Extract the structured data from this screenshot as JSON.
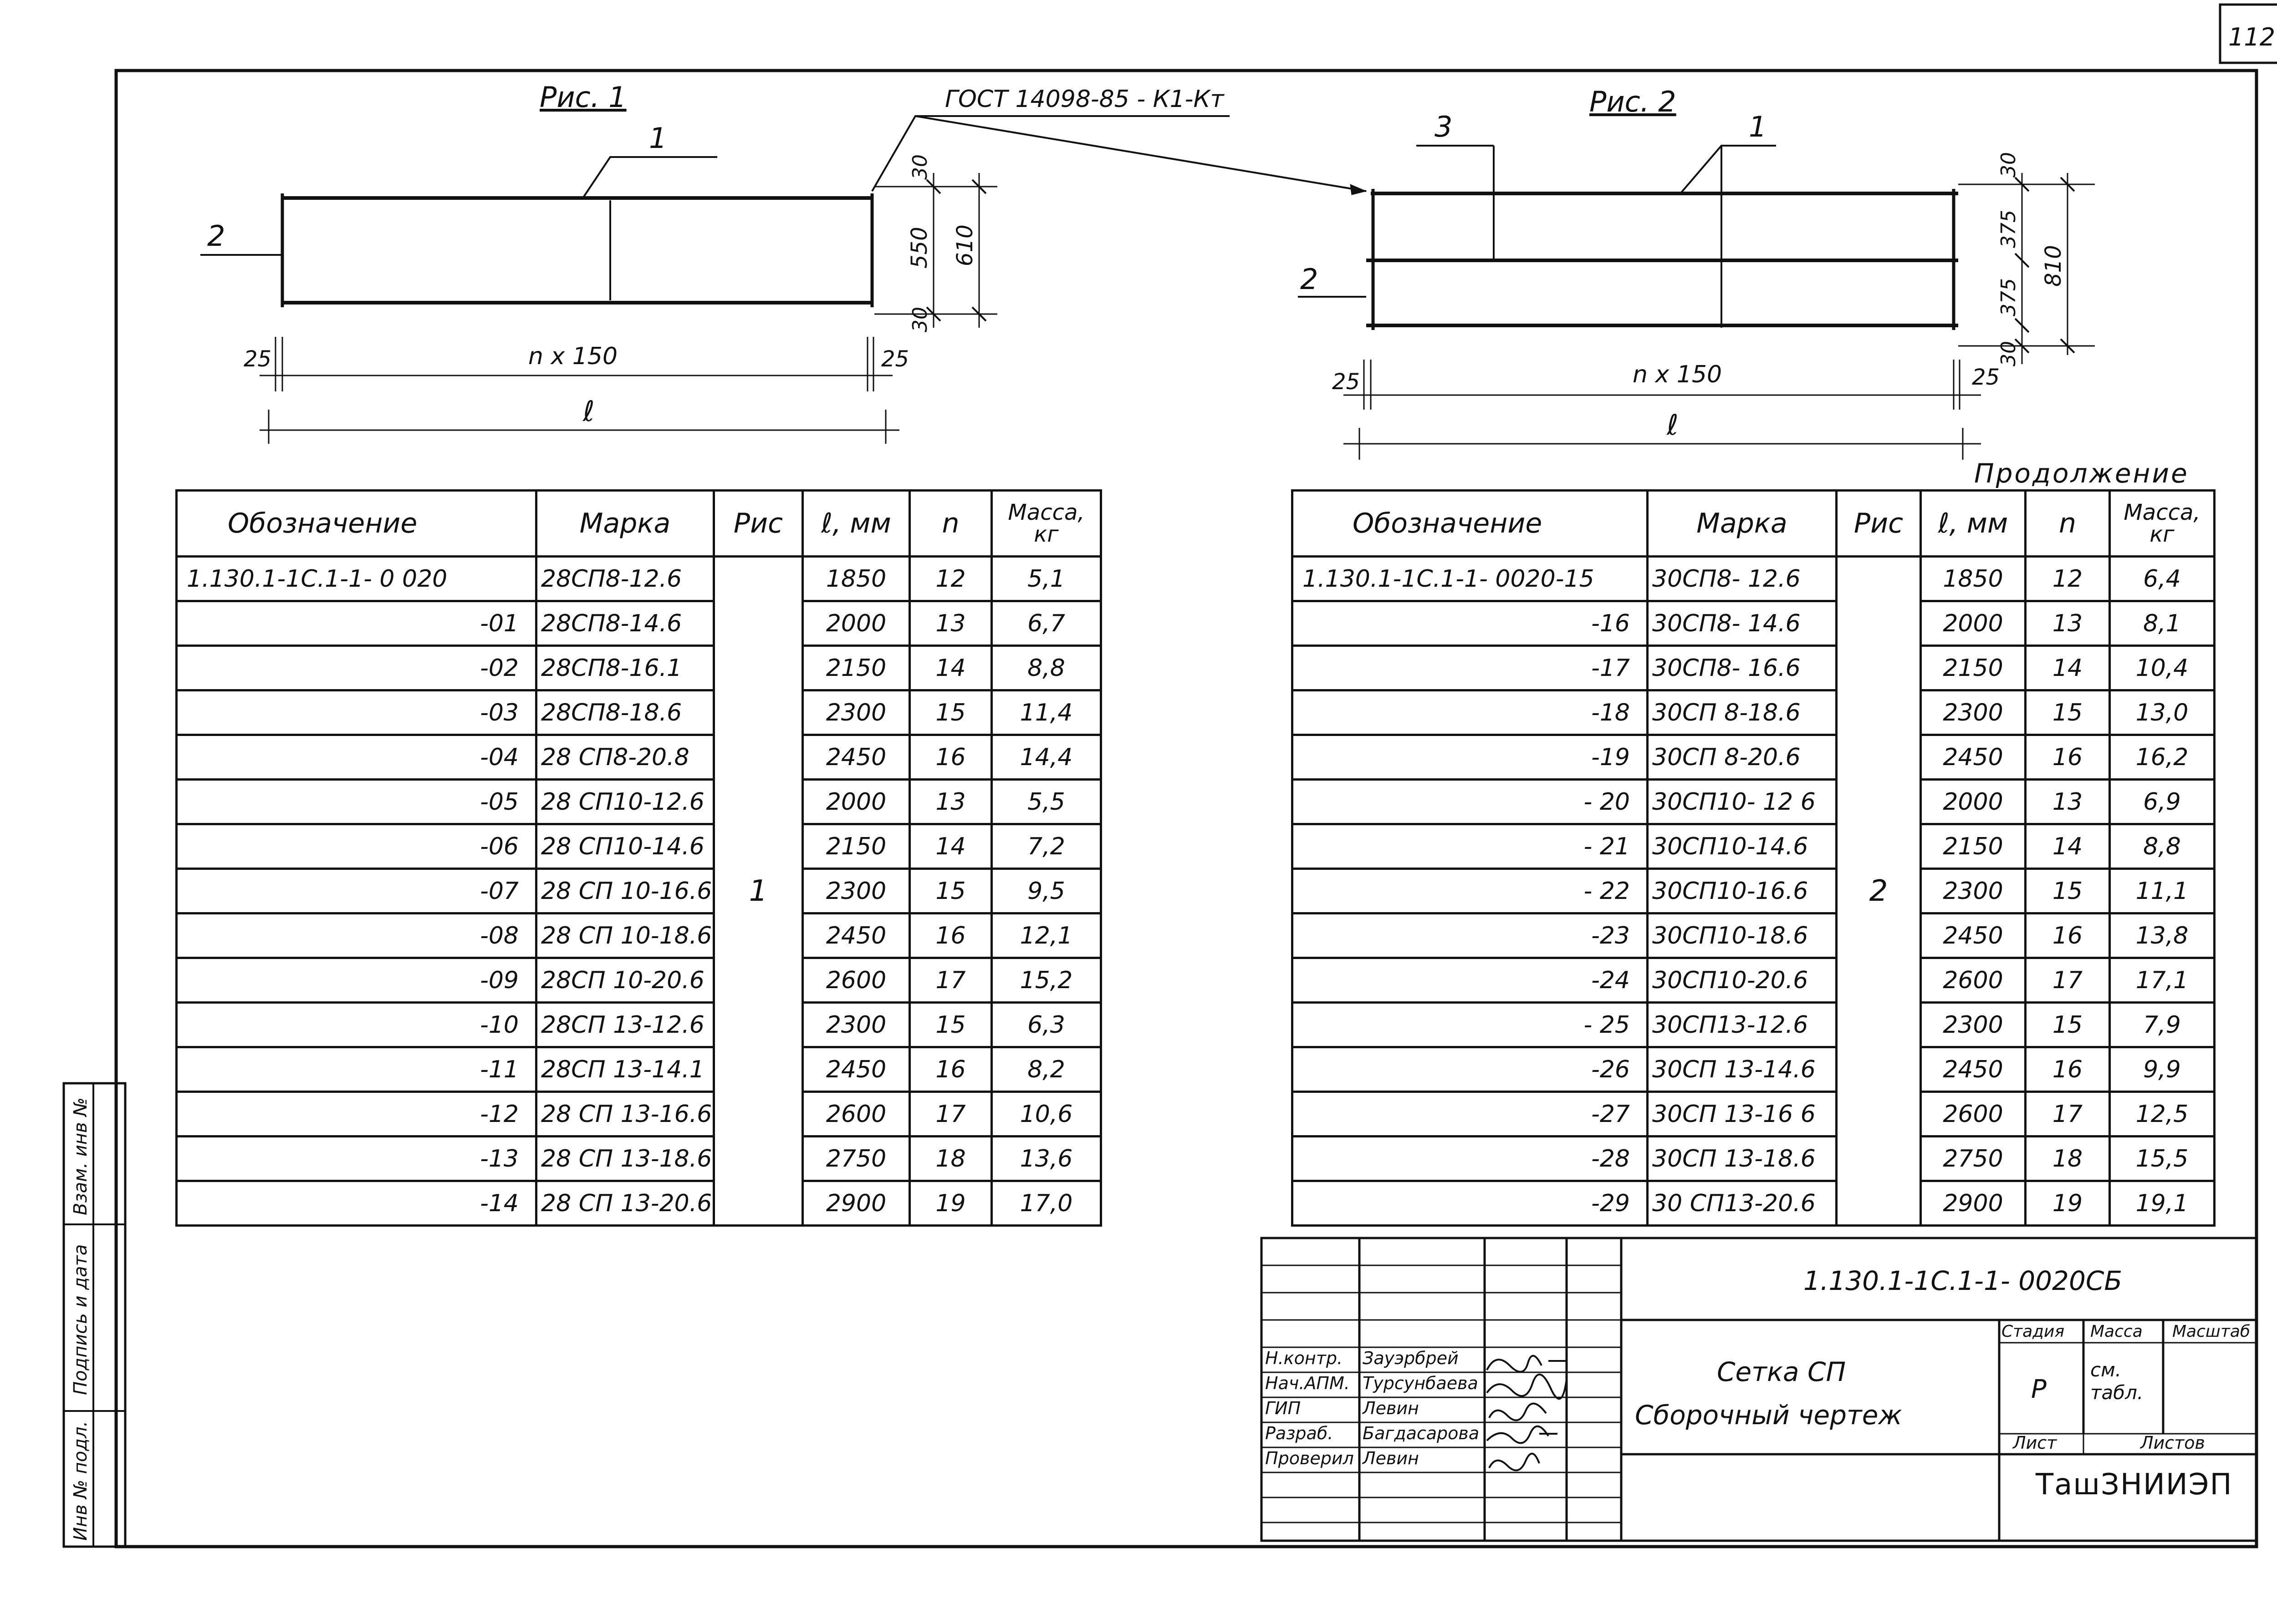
{
  "sheet_number": "112",
  "fig1": {
    "title": "Рис. 1",
    "callout_1": "1",
    "callout_2": "2",
    "dim_30_top": "30",
    "dim_550": "550",
    "dim_610": "610",
    "dim_30_bottom": "30",
    "dim_25_left": "25",
    "dim_span": "n x 150",
    "dim_25_right": "25",
    "dim_length": "ℓ"
  },
  "weld_note": "ГОСТ 14098-85 - К1-Кт",
  "fig2": {
    "title": "Рис. 2",
    "callout_3": "3",
    "callout_1": "1",
    "callout_2": "2",
    "dim_30_top": "30",
    "dim_375_a": "375",
    "dim_375_b": "375",
    "dim_810": "810",
    "dim_30_bottom": "30",
    "dim_25_left": "25",
    "dim_span": "n x 150",
    "dim_25_right": "25",
    "dim_length": "ℓ"
  },
  "continuation_label": "Продолжение",
  "table_headers": {
    "oboz": "Обозначение",
    "marka": "Марка",
    "ris": "Рис",
    "len": "ℓ, мм",
    "n": "n",
    "mass": "Масса, кг"
  },
  "table1": {
    "ris": "1",
    "rows": [
      {
        "oboz": "1.130.1-1С.1-1- 0 020",
        "marka": "28СП8-12.6",
        "len": "1850",
        "n": "12",
        "mass": "5,1"
      },
      {
        "oboz": "-01",
        "marka": "28СП8-14.6",
        "len": "2000",
        "n": "13",
        "mass": "6,7"
      },
      {
        "oboz": "-02",
        "marka": "28СП8-16.1",
        "len": "2150",
        "n": "14",
        "mass": "8,8"
      },
      {
        "oboz": "-03",
        "marka": "28СП8-18.6",
        "len": "2300",
        "n": "15",
        "mass": "11,4"
      },
      {
        "oboz": "-04",
        "marka": "28 СП8-20.8",
        "len": "2450",
        "n": "16",
        "mass": "14,4"
      },
      {
        "oboz": "-05",
        "marka": "28 СП10-12.6",
        "len": "2000",
        "n": "13",
        "mass": "5,5"
      },
      {
        "oboz": "-06",
        "marka": "28 СП10-14.6",
        "len": "2150",
        "n": "14",
        "mass": "7,2"
      },
      {
        "oboz": "-07",
        "marka": "28 СП 10-16.6",
        "len": "2300",
        "n": "15",
        "mass": "9,5"
      },
      {
        "oboz": "-08",
        "marka": "28 СП 10-18.6",
        "len": "2450",
        "n": "16",
        "mass": "12,1"
      },
      {
        "oboz": "-09",
        "marka": "28СП 10-20.6",
        "len": "2600",
        "n": "17",
        "mass": "15,2"
      },
      {
        "oboz": "-10",
        "marka": "28СП 13-12.6",
        "len": "2300",
        "n": "15",
        "mass": "6,3"
      },
      {
        "oboz": "-11",
        "marka": "28СП 13-14.1",
        "len": "2450",
        "n": "16",
        "mass": "8,2"
      },
      {
        "oboz": "-12",
        "marka": "28 СП 13-16.6",
        "len": "2600",
        "n": "17",
        "mass": "10,6"
      },
      {
        "oboz": "-13",
        "marka": "28 СП 13-18.6",
        "len": "2750",
        "n": "18",
        "mass": "13,6"
      },
      {
        "oboz": "-14",
        "marka": "28 СП 13-20.6",
        "len": "2900",
        "n": "19",
        "mass": "17,0"
      }
    ]
  },
  "table2": {
    "ris": "2",
    "rows": [
      {
        "oboz": "1.130.1-1С.1-1- 0020-15",
        "marka": "30СП8- 12.6",
        "len": "1850",
        "n": "12",
        "mass": "6,4"
      },
      {
        "oboz": "-16",
        "marka": "30СП8- 14.6",
        "len": "2000",
        "n": "13",
        "mass": "8,1"
      },
      {
        "oboz": "-17",
        "marka": "30СП8- 16.6",
        "len": "2150",
        "n": "14",
        "mass": "10,4"
      },
      {
        "oboz": "-18",
        "marka": "30СП 8-18.6",
        "len": "2300",
        "n": "15",
        "mass": "13,0"
      },
      {
        "oboz": "-19",
        "marka": "30СП 8-20.6",
        "len": "2450",
        "n": "16",
        "mass": "16,2"
      },
      {
        "oboz": "- 20",
        "marka": "30СП10- 12 6",
        "len": "2000",
        "n": "13",
        "mass": "6,9"
      },
      {
        "oboz": "- 21",
        "marka": "30СП10-14.6",
        "len": "2150",
        "n": "14",
        "mass": "8,8"
      },
      {
        "oboz": "- 22",
        "marka": "30СП10-16.6",
        "len": "2300",
        "n": "15",
        "mass": "11,1"
      },
      {
        "oboz": "-23",
        "marka": "30СП10-18.6",
        "len": "2450",
        "n": "16",
        "mass": "13,8"
      },
      {
        "oboz": "-24",
        "marka": "30СП10-20.6",
        "len": "2600",
        "n": "17",
        "mass": "17,1"
      },
      {
        "oboz": "- 25",
        "marka": "30СП13-12.6",
        "len": "2300",
        "n": "15",
        "mass": "7,9"
      },
      {
        "oboz": "-26",
        "marka": "30СП 13-14.6",
        "len": "2450",
        "n": "16",
        "mass": "9,9"
      },
      {
        "oboz": "-27",
        "marka": "30СП 13-16 6",
        "len": "2600",
        "n": "17",
        "mass": "12,5"
      },
      {
        "oboz": "-28",
        "marka": "30СП 13-18.6",
        "len": "2750",
        "n": "18",
        "mass": "15,5"
      },
      {
        "oboz": "-29",
        "marka": "30 СП13-20.6",
        "len": "2900",
        "n": "19",
        "mass": "19,1"
      }
    ]
  },
  "title_block": {
    "doc_code": "1.130.1-1С.1-1- 0020СБ",
    "name_line1": "Сетка СП",
    "name_line2": "Сборочный чертеж",
    "stage_label": "Стадия",
    "mass_label": "Масса",
    "scale_label": "Масштаб",
    "stage_value": "Р",
    "mass_value": "см. табл.",
    "sheet_label": "Лист",
    "sheets_label": "Листов",
    "org": "ТашЗНИИЭП",
    "roles": [
      {
        "role": "Н.контр.",
        "name": "Зауэрбрей"
      },
      {
        "role": "Нач.АПМ.",
        "name": "Турсунбаева"
      },
      {
        "role": "ГИП",
        "name": "Левин"
      },
      {
        "role": "Разраб.",
        "name": "Багдасарова"
      },
      {
        "role": "Проверил",
        "name": "Левин"
      }
    ]
  },
  "margin_labels": {
    "inv_podl": "Инв № подл.",
    "podpis": "Подпись и дата",
    "vzam": "Взам. инв №"
  }
}
